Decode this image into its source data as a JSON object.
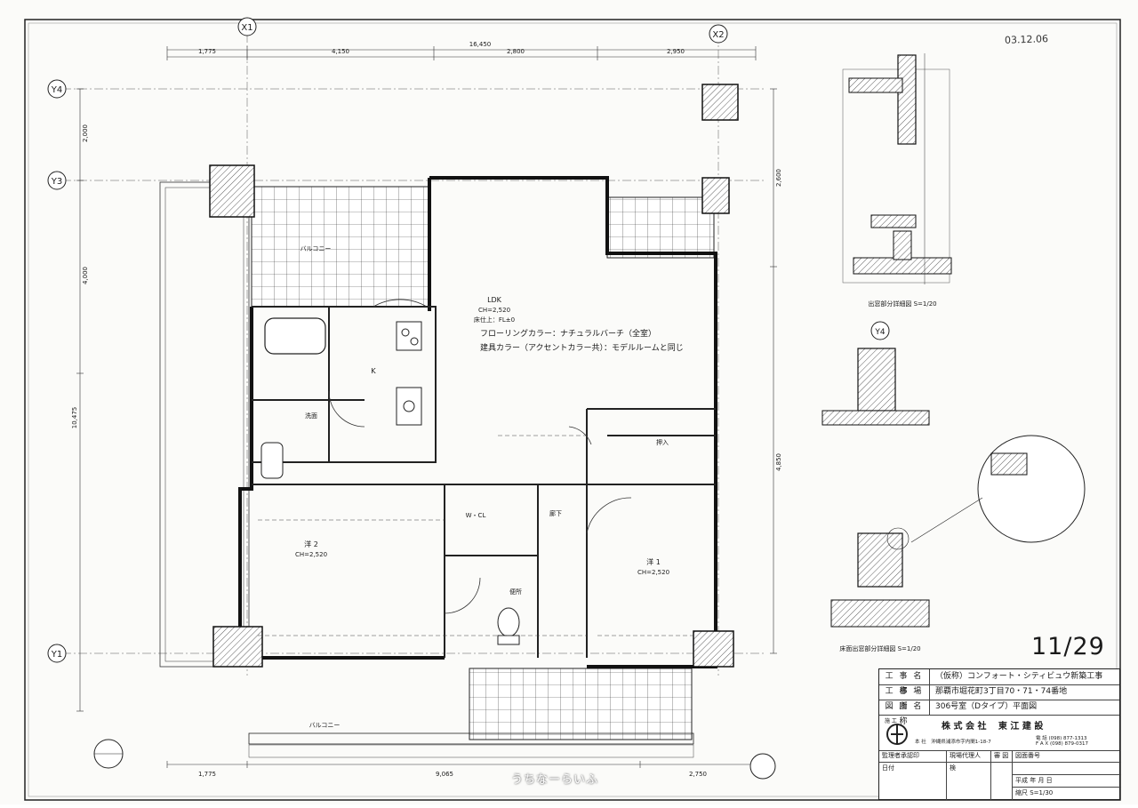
{
  "grid_labels": {
    "x1": "X1",
    "x2": "X2",
    "y1": "Y1",
    "y3": "Y3",
    "y4": "Y4"
  },
  "top_dims": {
    "total": "16,450",
    "d1": "1,775",
    "d2": "4,150",
    "d3": "2,800",
    "d4": "2,950"
  },
  "bottom_dims": {
    "d1": "1,775",
    "d2": "9,065",
    "d3": "2,750"
  },
  "left_dims": {
    "total": "10,475",
    "d1": "2,000",
    "d2": "4,000"
  },
  "right_dims": {
    "d1": "2,600",
    "d2": "4,850"
  },
  "rooms": {
    "ldk": "LDK",
    "ldk_ch": "CH=2,520",
    "ldk_floor": "床仕上：FL±0",
    "kitchen": "K",
    "washroom": "洗面",
    "corridor": "廊下",
    "yo1": "洋 1",
    "yo1_ch": "CH=2,520",
    "yo2": "洋 2",
    "yo2_ch": "CH=2,520",
    "closet": "押入",
    "wcl": "W・CL",
    "toilet": "便所"
  },
  "balcony_label": "バルコニー",
  "notes": {
    "flooring": "フローリングカラー：ナチュラルバーチ（全室）",
    "fittings": "建具カラー（アクセントカラー共）：モデルルームと同じ"
  },
  "detail_captions": {
    "d1": "出窓部分詳細図  S=1/20",
    "d2": "床面出窓部分詳細図  S=1/20"
  },
  "stamp_date": "03.12.06",
  "page_number": "11/29",
  "title_block": {
    "project_label": "工 事 名 称",
    "project_value": "（仮称）コンフォート・シティビュウ新築工事",
    "site_label": "工 事 場 所",
    "site_value": "那覇市堀花町3丁目70・71・74番地",
    "drawing_label": "図 面 名 称",
    "drawing_value": "306号室（Dタイプ）平面図",
    "builder_tag": "施 工",
    "company": "株 式 会 社　 東 江 建 設",
    "address": "本 社　沖縄県浦添市字内間1-18-7",
    "tel": "電 話  (098) 877-1313",
    "fax": "F A X  (098) 879-0317",
    "supervisor": "監理者承認印",
    "manager": "現場代理人",
    "designer": "審 図",
    "drawing_no": "図面番号",
    "date_row": "平成  年  月  日",
    "scale": "縮尺  S=1/30",
    "note1": "検",
    "note2": "日付"
  },
  "watermark": "うちなーらいふ"
}
